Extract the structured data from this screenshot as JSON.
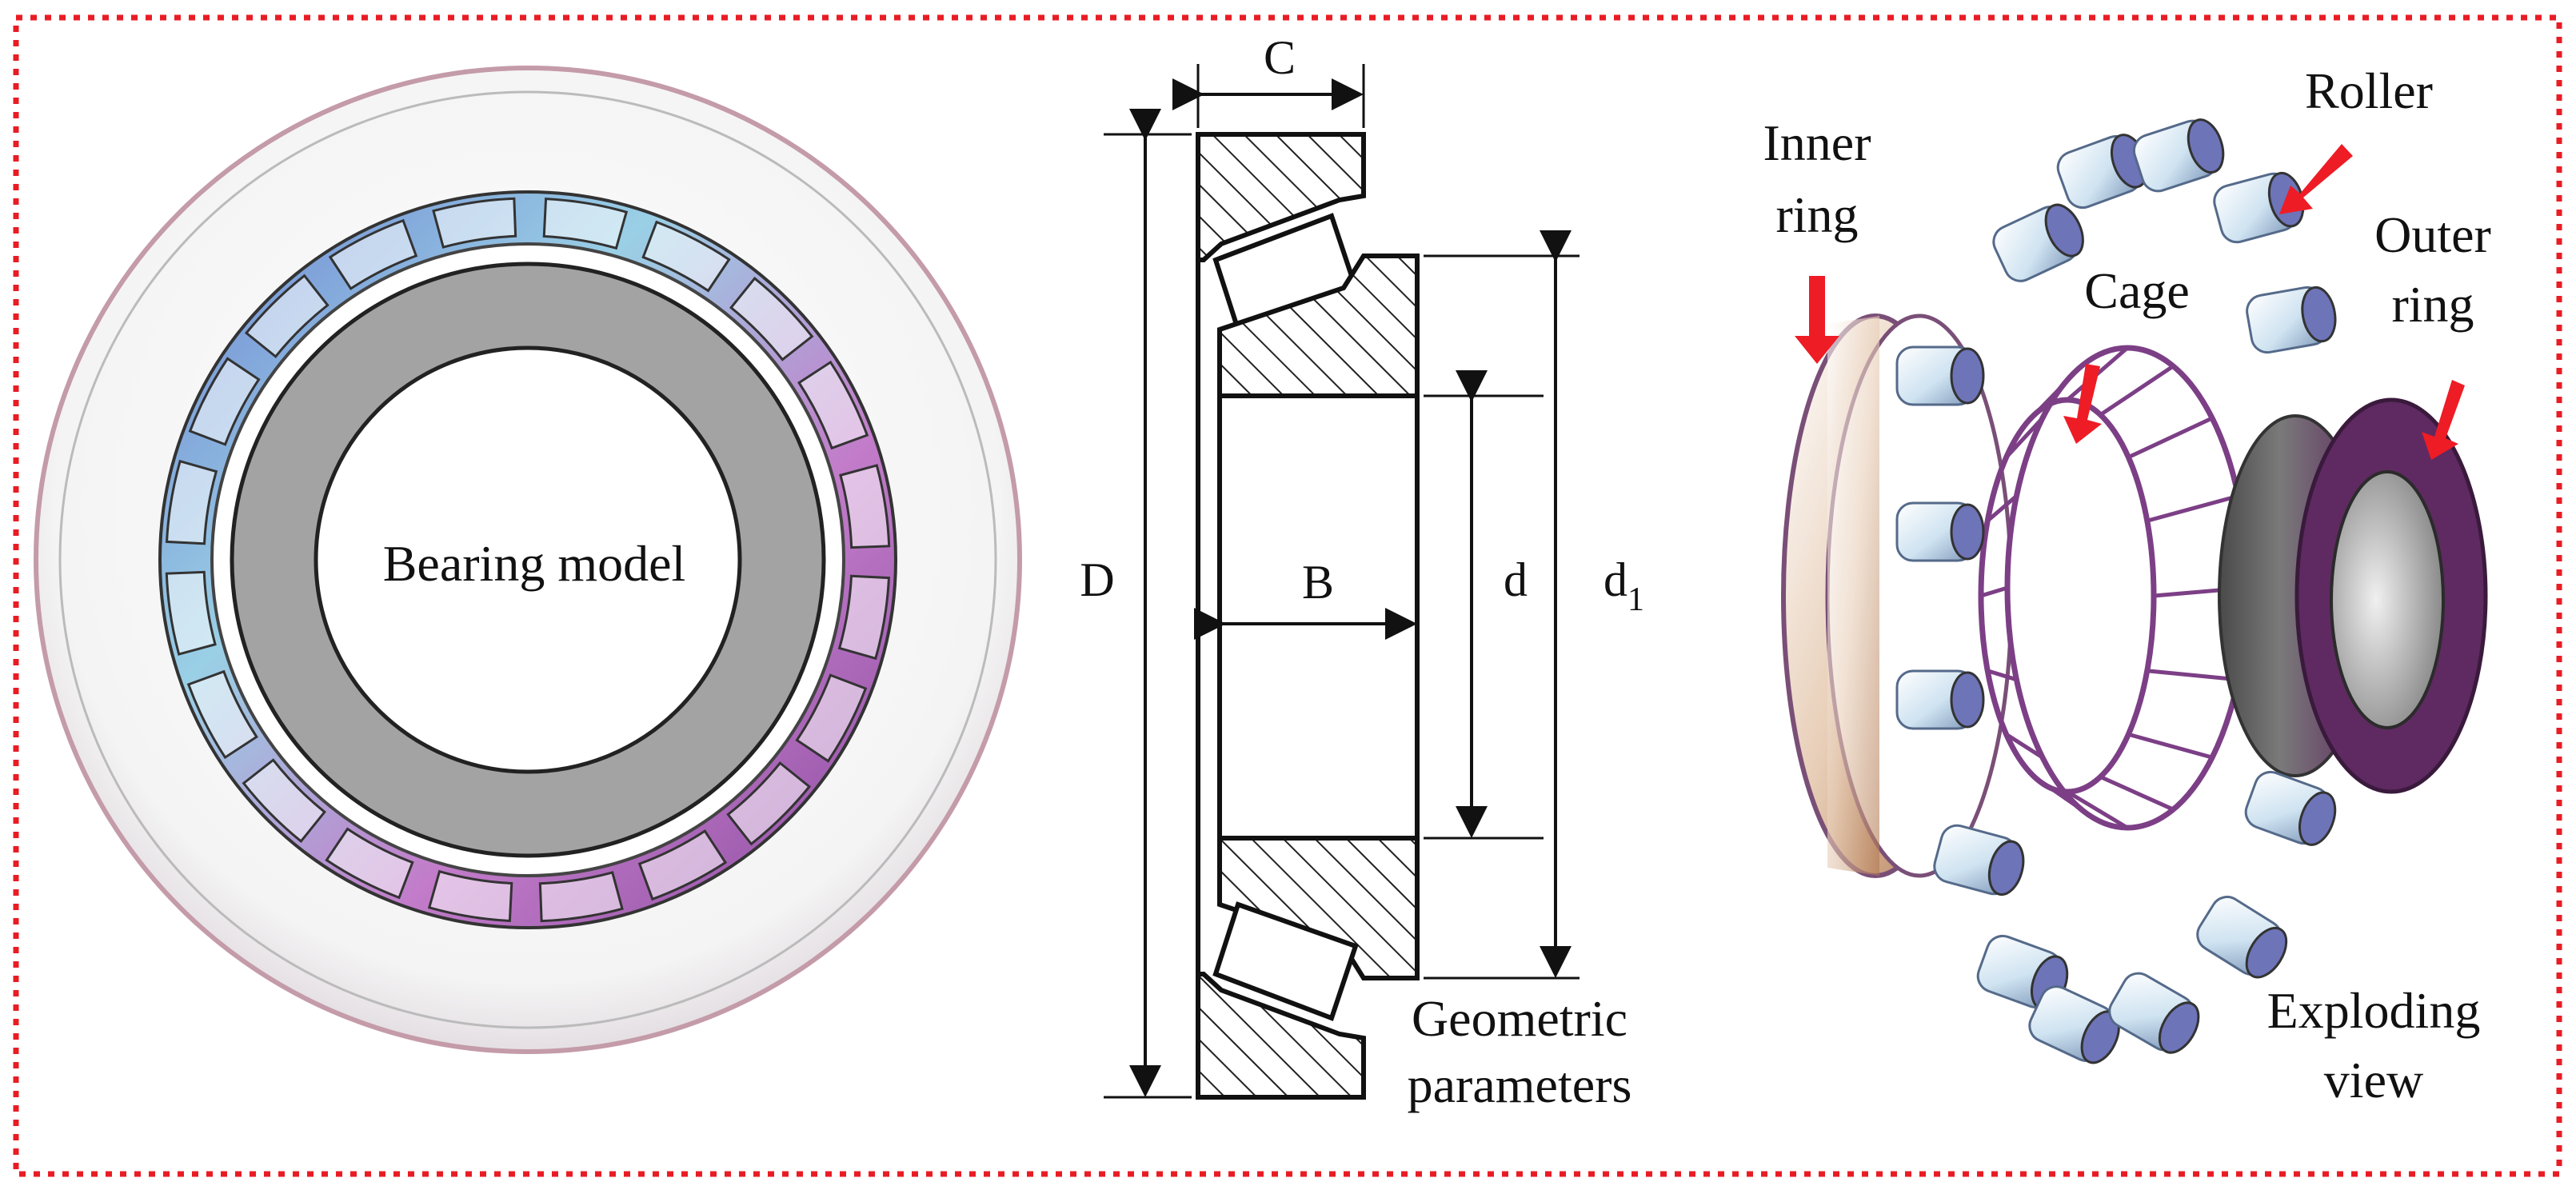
{
  "colors": {
    "frame": "#e81c24",
    "arrow": "#ee1c25",
    "steel": "#a6a6a6",
    "cage_purple": "#7c3f86",
    "roller_blue": "#8fb6d6",
    "ring_bronze": "#c99a72",
    "outer_ring_purple": "#5e2a61"
  },
  "bearing_model": {
    "label": "Bearing model"
  },
  "geometric": {
    "label_line1": "Geometric",
    "label_line2": "parameters",
    "dimensions": {
      "C": "C",
      "D": "D",
      "B": "B",
      "d": "d",
      "d1_main": "d",
      "d1_sub": "1"
    }
  },
  "exploded": {
    "inner_ring_line1": "Inner",
    "inner_ring_line2": "ring",
    "roller": "Roller",
    "cage": "Cage",
    "outer_ring_line1": "Outer",
    "outer_ring_line2": "ring",
    "view_line1": "Exploding",
    "view_line2": "view"
  }
}
